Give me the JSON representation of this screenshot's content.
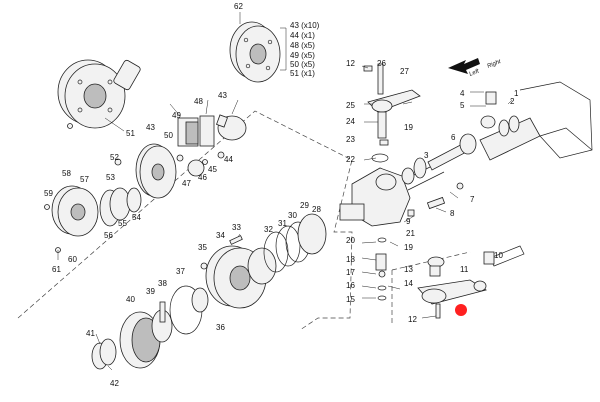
{
  "callouts": {
    "c1": "1",
    "c2": "2",
    "c3": "3",
    "c4": "4",
    "c5": "5",
    "c6": "6",
    "c7": "7",
    "c8": "8",
    "c9": "9",
    "c10": "10",
    "c11": "11",
    "c12a": "12",
    "c12b": "12",
    "c13": "13",
    "c14": "14",
    "c15": "15",
    "c16": "16",
    "c17": "17",
    "c18": "18",
    "c19a": "19",
    "c19b": "19",
    "c20": "20",
    "c21": "21",
    "c22": "22",
    "c23": "23",
    "c24": "24",
    "c25": "25",
    "c26": "26",
    "c27": "27",
    "c28": "28",
    "c29": "29",
    "c30": "30",
    "c31": "31",
    "c32": "32",
    "c33": "33",
    "c34": "34",
    "c35": "35",
    "c36": "36",
    "c37": "37",
    "c38": "38",
    "c39": "39",
    "c40": "40",
    "c41": "41",
    "c42": "42",
    "c43a": "43",
    "c43b": "43",
    "c44": "44",
    "c45": "45",
    "c46": "46",
    "c47": "47",
    "c48": "48",
    "c49": "49",
    "c50": "50",
    "c51": "51",
    "c52": "52",
    "c53": "53",
    "c54": "54",
    "c55": "55",
    "c56": "56",
    "c57": "57",
    "c58": "58",
    "c59": "59",
    "c60": "60",
    "c61": "61",
    "c62": "62"
  },
  "legend": {
    "l1": "43 (x10)",
    "l2": "44 (x1)",
    "l3": "48 (x5)",
    "l4": "49 (x5)",
    "l5": "50 (x5)",
    "l6": "51 (x1)"
  },
  "direction": {
    "left": "Left",
    "right": "Right"
  },
  "colors": {
    "marker": "#ff2020"
  }
}
